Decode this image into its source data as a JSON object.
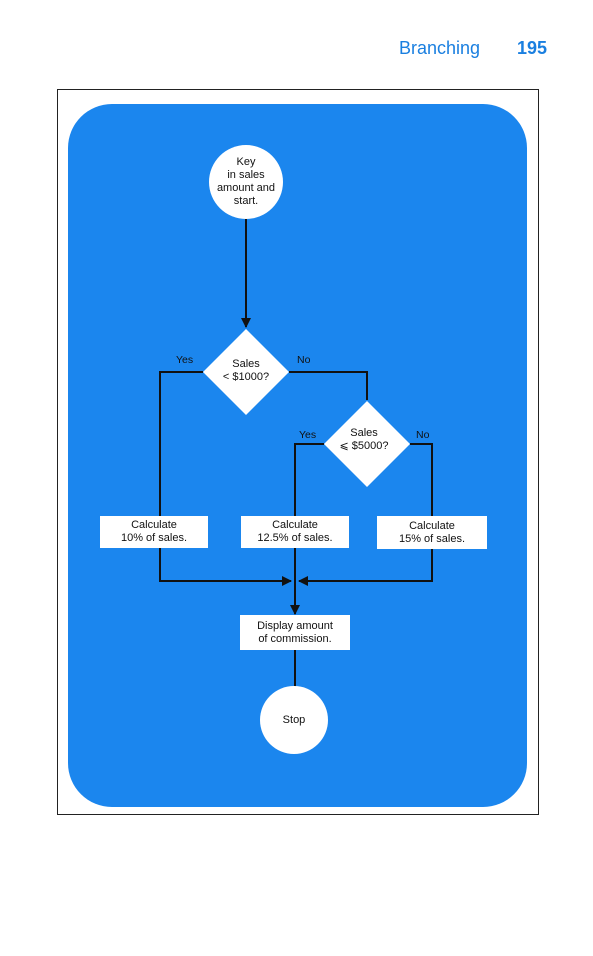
{
  "header": {
    "section": "Branching",
    "page": "195"
  },
  "flowchart": {
    "start": "Key\nin sales\namount and\nstart.",
    "decision1": {
      "text": "Sales\n< $1000?",
      "yes": "Yes",
      "no": "No"
    },
    "decision2": {
      "text": "Sales\n⩽ $5000?",
      "yes": "Yes",
      "no": "No"
    },
    "calc1": "Calculate\n10% of sales.",
    "calc2": "Calculate\n12.5% of sales.",
    "calc3": "Calculate\n15% of sales.",
    "display": "Display amount\nof commission.",
    "stop": "Stop"
  },
  "colors": {
    "panel": "#1b86ee",
    "heading": "#1a7fe0",
    "line": "#111111"
  }
}
